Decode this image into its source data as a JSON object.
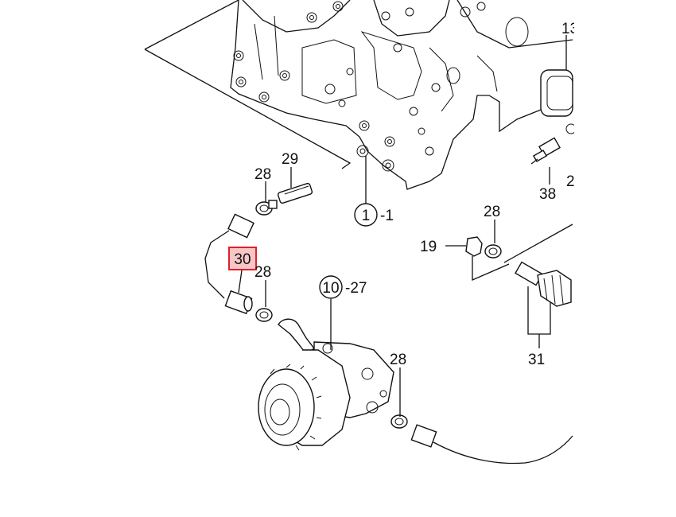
{
  "callouts": {
    "c13": "13",
    "c28_top": "28",
    "c29": "29",
    "c1_circle": "1",
    "c1_suffix": "-1",
    "c38": "38",
    "c2_clipped": "2",
    "c28_right": "28",
    "c19": "19",
    "c30": "30",
    "c28_mid": "28",
    "c10_circle": "10",
    "c10_suffix": "-27",
    "c28_bottom": "28",
    "c31": "31"
  },
  "selected_part": "30",
  "colors": {
    "line": "#111111",
    "highlight_stroke": "#e0202a",
    "highlight_fill": "#f7c6c6"
  }
}
